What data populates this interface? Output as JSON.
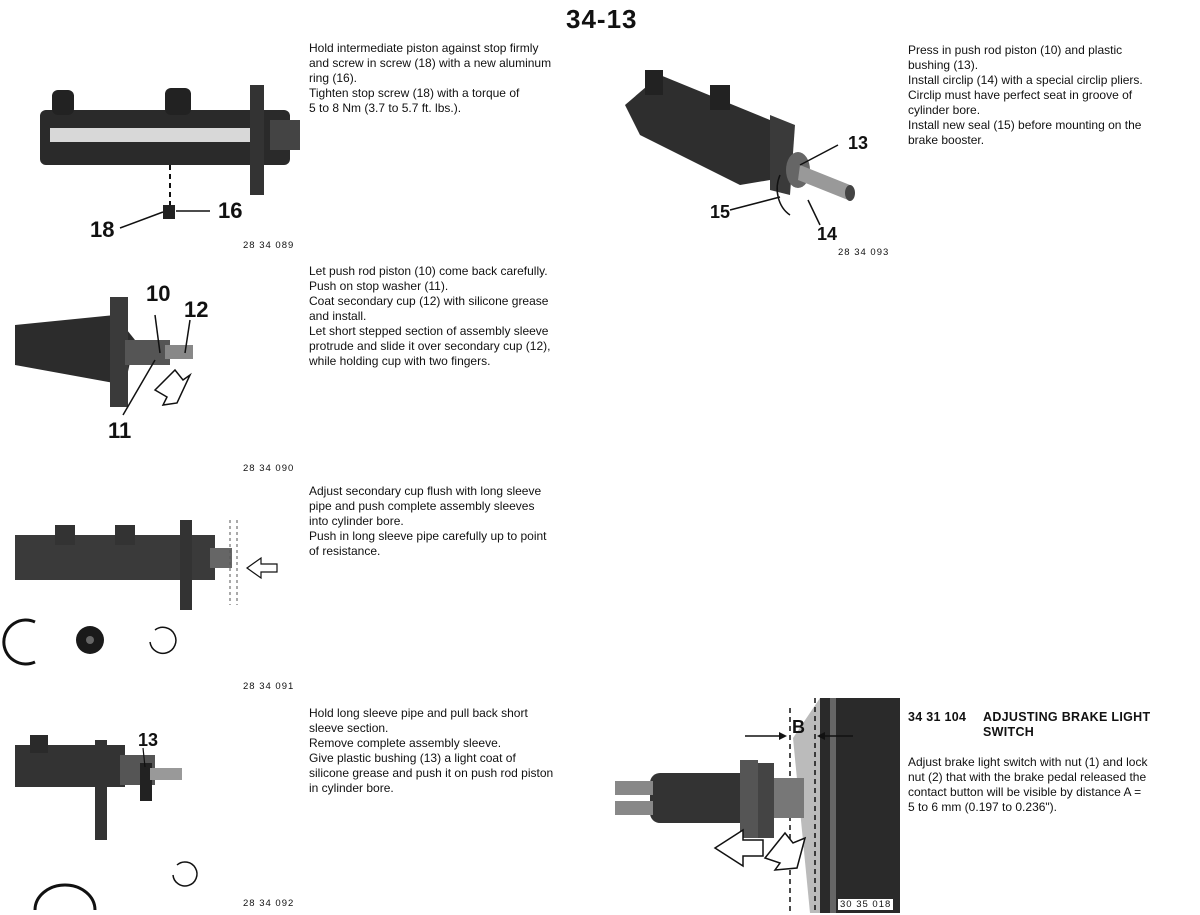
{
  "page_number": "34-13",
  "sections": [
    {
      "lines": [
        "Hold intermediate piston against stop firmly",
        "and screw in screw (18) with a new aluminum",
        "ring (16).",
        "Tighten stop screw (18) with a torque of",
        "5 to 8 Nm (3.7 to 5.7 ft. lbs.)."
      ],
      "figure": "28 34 089",
      "callouts": [
        "18",
        "16"
      ]
    },
    {
      "lines": [
        "Let push rod piston (10) come back carefully.",
        "Push on stop washer (11).",
        "Coat secondary cup (12) with silicone grease",
        "and install.",
        "Let short stepped section of assembly sleeve",
        "protrude and slide it over secondary cup (12),",
        "while holding cup with two fingers."
      ],
      "figure": "28 34 090",
      "callouts": [
        "10",
        "12",
        "11"
      ]
    },
    {
      "lines": [
        "Adjust secondary cup flush with long sleeve",
        "pipe and push complete assembly sleeves",
        "into cylinder bore.",
        "Push in long sleeve pipe carefully up to point",
        "of resistance."
      ],
      "figure": "28 34 091"
    },
    {
      "lines": [
        "Hold long sleeve pipe and pull back short",
        "sleeve section.",
        "Remove complete assembly sleeve.",
        "Give plastic bushing (13) a light coat of",
        "silicone grease and push it on push rod piston",
        "in cylinder bore."
      ],
      "figure": "28 34 092",
      "callouts": [
        "13"
      ]
    },
    {
      "lines": [
        "Press in push rod piston (10) and plastic",
        "bushing (13).",
        "Install circlip (14) with a special circlip pliers.",
        "Circlip must have perfect seat in groove of",
        "cylinder bore.",
        "Install new seal (15) before mounting on the",
        "brake booster."
      ],
      "figure": "28 34 093",
      "callouts": [
        "13",
        "15",
        "14"
      ]
    },
    {
      "code": "34 31 104",
      "heading": "ADJUSTING BRAKE LIGHT",
      "heading2": "SWITCH",
      "lines": [
        "Adjust brake light switch with nut (1) and lock",
        "nut (2) that with the brake pedal released the",
        "contact button will be visible by distance A =",
        "5 to 6 mm (0.197 to 0.236\")."
      ],
      "figure": "30 35 018",
      "callouts": [
        "B"
      ]
    }
  ]
}
